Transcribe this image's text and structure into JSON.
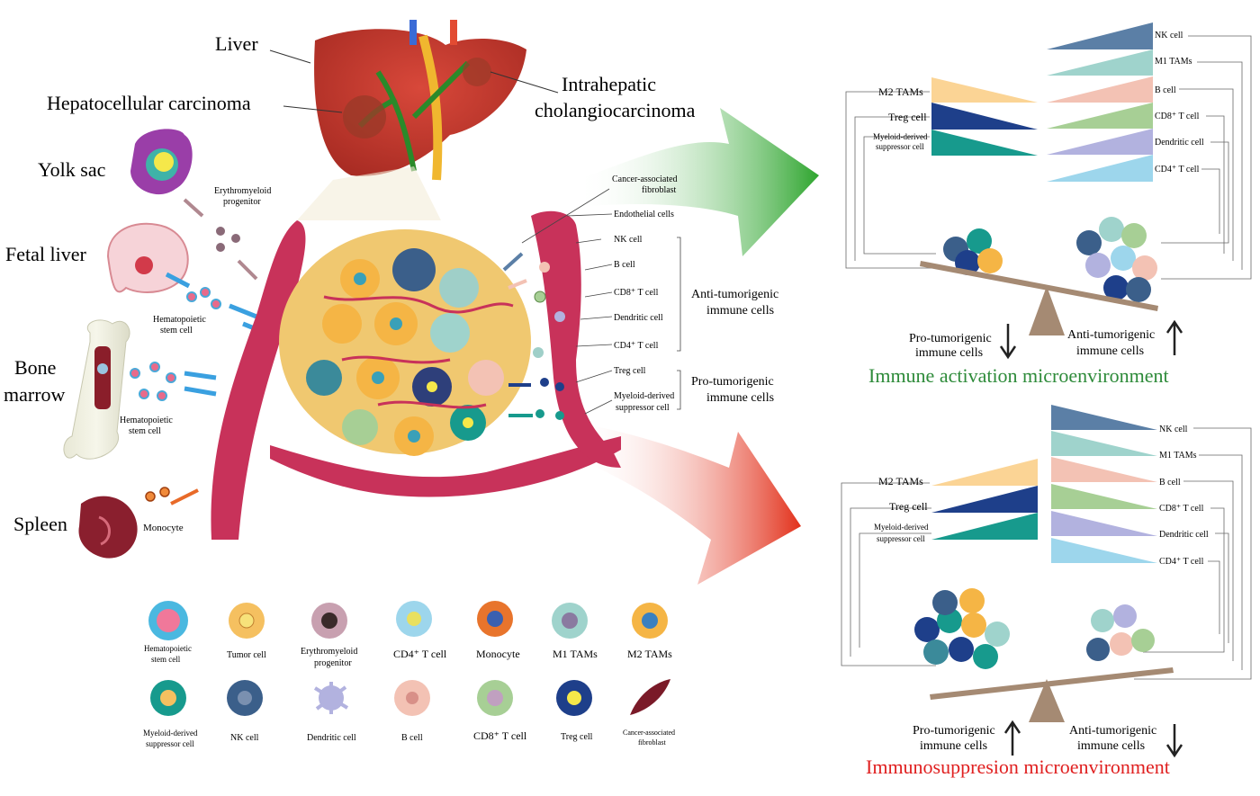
{
  "organs": {
    "liver": "Liver",
    "hcc": "Hepatocellular carcinoma",
    "icc_line1": "Intrahepatic",
    "icc_line2": "cholangiocarcinoma",
    "yolk_sac": "Yolk sac",
    "fetal_liver": "Fetal liver",
    "bone_line1": "Bone",
    "bone_line2": "marrow",
    "spleen": "Spleen",
    "erythro_line1": "Erythromyeloid",
    "erythro_line2": "progenitor",
    "hsc1_line1": "Hematopoietic",
    "hsc1_line2": "stem cell",
    "hsc2_line1": "Hematopoietic",
    "hsc2_line2": "stem cell",
    "monocyte": "Monocyte"
  },
  "tme_labels": {
    "caf_line1": "Cancer-associated",
    "caf_line2": "fibroblast",
    "endothelial": "Endothelial cells",
    "nk": "NK cell",
    "b": "B cell",
    "cd8": "CD8⁺ T cell",
    "dc": "Dendritic cell",
    "cd4": "CD4⁺ T cell",
    "treg": "Treg cell",
    "mdsc_line1": "Myeloid-derived",
    "mdsc_line2": "suppressor cell",
    "anti_line1": "Anti-tumorigenic",
    "anti_line2": "immune cells",
    "pro_line1": "Pro-tumorigenic",
    "pro_line2": "immune cells"
  },
  "panel_top": {
    "right_cells": [
      "NK cell",
      "M1 TAMs",
      "B cell",
      "CD8⁺ T cell",
      "Dendritic cell",
      "CD4⁺ T cell"
    ],
    "left_cells": [
      "M2 TAMs",
      "Treg cell"
    ],
    "mdsc_line1": "Myeloid-derived",
    "mdsc_line2": "suppressor cell",
    "pro_line1": "Pro-tumorigenic",
    "pro_line2": "immune cells",
    "anti_line1": "Anti-tumorigenic",
    "anti_line2": "immune cells",
    "title": "Immune activation microenvironment",
    "title_color": "#2e8b3a"
  },
  "panel_bottom": {
    "right_cells": [
      "NK cell",
      "M1 TAMs",
      "B cell",
      "CD8⁺ T cell",
      "Dendritic cell",
      "CD4⁺ T cell"
    ],
    "left_cells": [
      "M2 TAMs",
      "Treg cell"
    ],
    "mdsc_line1": "Myeloid-derived",
    "mdsc_line2": "suppressor cell",
    "pro_line1": "Pro-tumorigenic",
    "pro_line2": "immune cells",
    "anti_line1": "Anti-tumorigenic",
    "anti_line2": "immune cells",
    "title": "Immunosuppresion microenvironment",
    "title_color": "#e02020"
  },
  "legend": {
    "hsc_line1": "Hematopoietic",
    "hsc_line2": "stem cell",
    "tumor": "Tumor cell",
    "erythro_line1": "Erythromyeloid",
    "erythro_line2": "progenitor",
    "cd4": "CD4⁺ T cell",
    "monocyte": "Monocyte",
    "m1": "M1 TAMs",
    "m2": "M2 TAMs",
    "mdsc_line1": "Myeloid-derived",
    "mdsc_line2": "suppressor cell",
    "nk": "NK cell",
    "dc": "Dendritic cell",
    "b": "B cell",
    "cd8": "CD8⁺ T cell",
    "treg": "Treg cell",
    "caf_line1": "Cancer-associated",
    "caf_line2": "fibroblast"
  },
  "colors": {
    "vessel": "#c8325a",
    "liver": "#c8382c",
    "wedge_nk": "#5b7fa6",
    "wedge_m1": "#9fd3cc",
    "wedge_b": "#f3c2b4",
    "wedge_cd8": "#a7cf95",
    "wedge_dc": "#b2b2df",
    "wedge_cd4": "#9dd6ec",
    "wedge_m2": "#fbd495",
    "wedge_treg": "#1e3f8a",
    "wedge_mdsc": "#179a8d",
    "green_arrow": "#3aa83a",
    "red_arrow": "#e64020"
  }
}
